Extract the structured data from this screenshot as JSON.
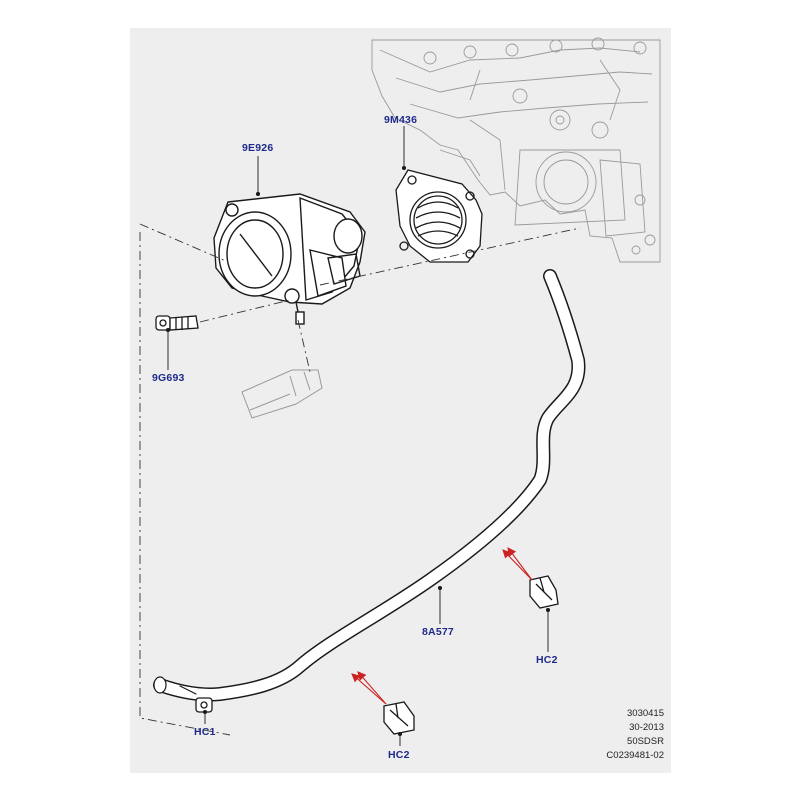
{
  "diagram": {
    "part_labels": {
      "throttle_body": "9E926",
      "gasket": "9M436",
      "bolt": "9G693",
      "hose": "8A577",
      "hose_clamp_end": "HC1",
      "hose_clip_right": "HC2",
      "hose_clip_bottom": "HC2"
    },
    "reference_block": {
      "line1": "3030415",
      "line2": "30-2013",
      "line3": "50SDSR",
      "line4": "C0239481-02"
    },
    "colors": {
      "panel_background": "#eeeeee",
      "label_color": "#1f2a8c",
      "leader_arrow_color": "#cc2222",
      "line_color": "#1a1a1a",
      "ghost_engine_color": "#9a9a9a"
    }
  }
}
